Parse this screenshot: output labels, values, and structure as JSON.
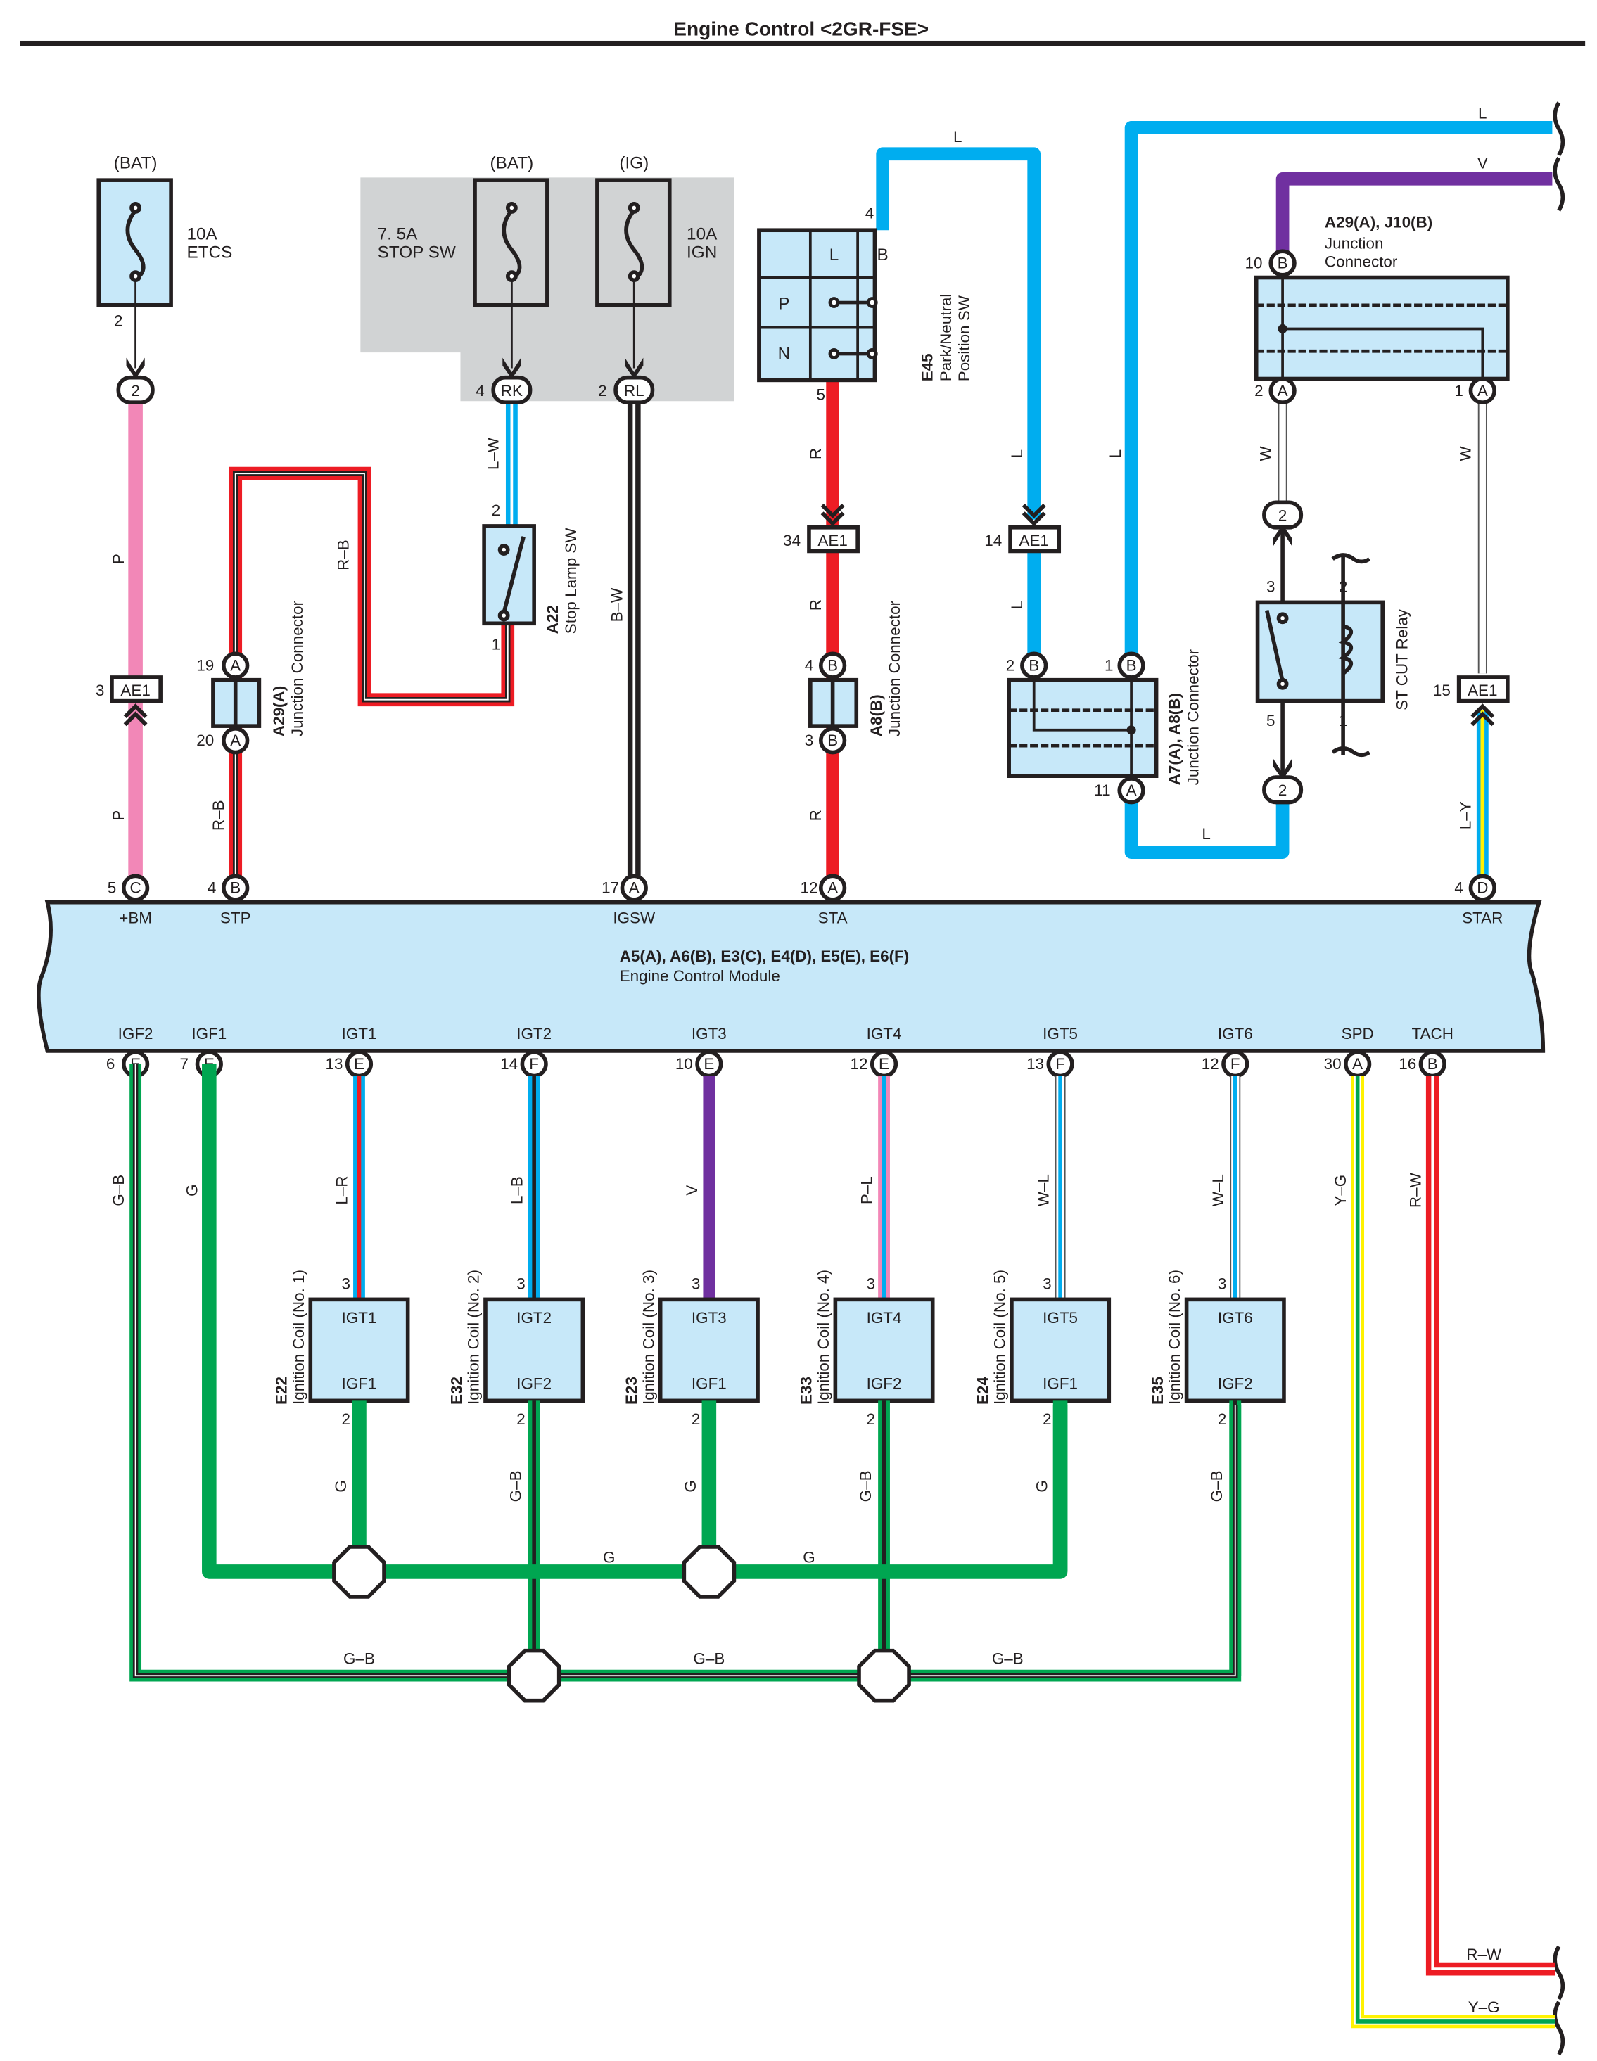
{
  "title": "Engine Control <2GR-FSE>",
  "colors": {
    "L": "#00adef",
    "R": "#ed1c24",
    "P": "#f287b7",
    "G": "#00a651",
    "V": "#7030a0",
    "Y": "#fff200",
    "B": "#231f20",
    "W": "#ffffff",
    "component_fill": "#c7e8f9",
    "relay_block_fill": "#d1d3d4"
  },
  "fuses": [
    {
      "source": "(BAT)",
      "rating": "10A",
      "name": "ETCS",
      "pin": "2",
      "connector": "2"
    },
    {
      "source": "(BAT)",
      "rating": "7. 5A",
      "name": "STOP SW",
      "pin": "4",
      "connector": "RK"
    },
    {
      "source": "(IG)",
      "rating": "10A",
      "name": "IGN",
      "pin": "2",
      "connector": "RL"
    }
  ],
  "wires_top": {
    "p1": "P",
    "p2": "P",
    "rb1": "R–B",
    "rb2": "R–B",
    "lw": "L–W",
    "bw": "B–W",
    "r1": "R",
    "r2": "R",
    "r3": "R",
    "l_e45": "L",
    "l_ae14": "L",
    "l_ae14b": "L",
    "l_long": "L",
    "l_top": "L",
    "v_top": "V",
    "l_bottom": "L",
    "w1": "W",
    "w2": "W",
    "ly": "L–Y"
  },
  "ae1_connectors": [
    {
      "pin": "3",
      "label": "AE1"
    },
    {
      "pin": "34",
      "label": "AE1"
    },
    {
      "pin": "14",
      "label": "AE1"
    },
    {
      "pin": "15",
      "label": "AE1"
    }
  ],
  "a29a": {
    "code": "A29(A)",
    "name": "Junction Connector",
    "pin_top": "19",
    "pin_top_letter": "A",
    "pin_bottom": "20",
    "pin_bottom_letter": "A"
  },
  "a22": {
    "code": "A22",
    "name": "Stop Lamp SW",
    "pin_top": "2",
    "pin_bottom": "1"
  },
  "e45": {
    "code": "E45",
    "name1": "Park/Neutral",
    "name2": "Position SW",
    "pin_top": "4",
    "pin_bottom": "5",
    "col_l": "L",
    "col_b": "B",
    "row_p": "P",
    "row_n": "N"
  },
  "a8b": {
    "code": "A8(B)",
    "name": "Junction Connector",
    "pin_top": "4",
    "pin_top_letter": "B",
    "pin_bottom": "3",
    "pin_bottom_letter": "B"
  },
  "a7a8": {
    "code": "A7(A), A8(B)",
    "name": "Junction Connector",
    "pin_l": "2",
    "pin_l_letter": "B",
    "pin_r": "1",
    "pin_r_letter": "B",
    "pin_bot": "11",
    "pin_bot_letter": "A"
  },
  "a29j10": {
    "code": "A29(A), J10(B)",
    "name1": "Junction",
    "name2": "Connector",
    "pin_top": "10",
    "pin_top_letter": "B",
    "pin_bl": "2",
    "pin_bl_letter": "A",
    "pin_br": "1",
    "pin_br_letter": "A"
  },
  "st_cut_relay": {
    "name": "ST CUT Relay",
    "pin3": "3",
    "pin2": "2",
    "pin5": "5",
    "pin1": "1",
    "conn_top": "2",
    "conn_bottom": "2"
  },
  "ecm": {
    "codes": "A5(A), A6(B), E3(C), E4(D), E5(E), E6(F)",
    "name": "Engine Control Module",
    "top_pins": [
      {
        "num": "5",
        "letter": "C",
        "label": "+BM"
      },
      {
        "num": "4",
        "letter": "B",
        "label": "STP"
      },
      {
        "num": "17",
        "letter": "A",
        "label": "IGSW"
      },
      {
        "num": "12",
        "letter": "A",
        "label": "STA"
      },
      {
        "num": "4",
        "letter": "D",
        "label": "STAR"
      }
    ],
    "bottom_pins": [
      {
        "num": "6",
        "letter": "E",
        "label": "IGF2",
        "wire": "G–B"
      },
      {
        "num": "7",
        "letter": "E",
        "label": "IGF1",
        "wire": "G"
      },
      {
        "num": "13",
        "letter": "E",
        "label": "IGT1",
        "wire": "L–R"
      },
      {
        "num": "14",
        "letter": "F",
        "label": "IGT2",
        "wire": "L–B"
      },
      {
        "num": "10",
        "letter": "E",
        "label": "IGT3",
        "wire": "V"
      },
      {
        "num": "12",
        "letter": "E",
        "label": "IGT4",
        "wire": "P–L"
      },
      {
        "num": "13",
        "letter": "F",
        "label": "IGT5",
        "wire": "W–L"
      },
      {
        "num": "12",
        "letter": "F",
        "label": "IGT6",
        "wire": "W–L"
      },
      {
        "num": "30",
        "letter": "A",
        "label": "SPD",
        "wire": "Y–G"
      },
      {
        "num": "16",
        "letter": "B",
        "label": "TACH",
        "wire": "R–W"
      }
    ]
  },
  "coils": [
    {
      "code": "E22",
      "name": "Ignition Coil (No. 1)",
      "top": "IGT1",
      "bottom": "IGF1",
      "pin_top": "3",
      "pin_bottom": "2",
      "out_wire": "G"
    },
    {
      "code": "E32",
      "name": "Ignition Coil (No. 2)",
      "top": "IGT2",
      "bottom": "IGF2",
      "pin_top": "3",
      "pin_bottom": "2",
      "out_wire": "G–B"
    },
    {
      "code": "E23",
      "name": "Ignition Coil (No. 3)",
      "top": "IGT3",
      "bottom": "IGF1",
      "pin_top": "3",
      "pin_bottom": "2",
      "out_wire": "G"
    },
    {
      "code": "E33",
      "name": "Ignition Coil (No. 4)",
      "top": "IGT4",
      "bottom": "IGF2",
      "pin_top": "3",
      "pin_bottom": "2",
      "out_wire": "G–B"
    },
    {
      "code": "E24",
      "name": "Ignition Coil (No. 5)",
      "top": "IGT5",
      "bottom": "IGF1",
      "pin_top": "3",
      "pin_bottom": "2",
      "out_wire": "G"
    },
    {
      "code": "E35",
      "name": "Ignition Coil (No. 6)",
      "top": "IGT6",
      "bottom": "IGF2",
      "pin_top": "3",
      "pin_bottom": "2",
      "out_wire": "G–B"
    }
  ],
  "bus_labels": {
    "g1": "G",
    "g2": "G",
    "gb1": "G–B",
    "gb2": "G–B",
    "gb3": "G–B"
  },
  "exit_labels": {
    "rw": "R–W",
    "yg": "Y–G"
  }
}
